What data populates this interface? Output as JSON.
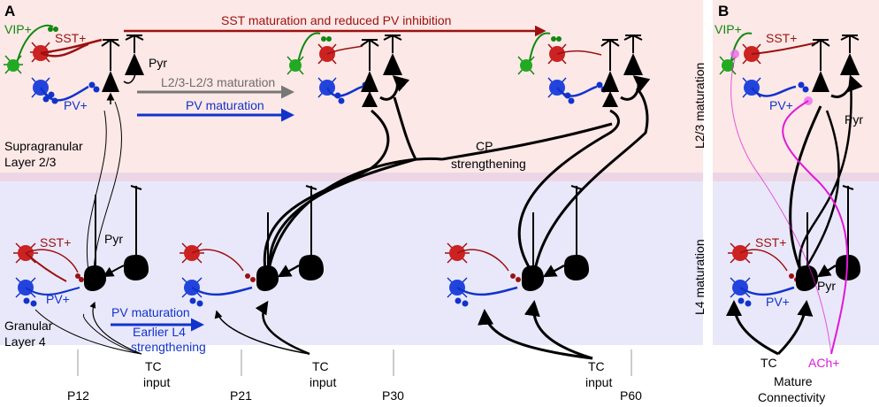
{
  "panels": {
    "a": "A",
    "b": "B"
  },
  "arrows": {
    "sst": "SST maturation and reduced PV inhibition",
    "l23": "L2/3-L2/3 maturation",
    "pv": "PV maturation",
    "cp_line1": "CP",
    "cp_line2": "strengthening",
    "pv_mat_l4": "PV maturation",
    "earlier_line1": "Earlier L4",
    "earlier_line2": "strengthening"
  },
  "layers": {
    "supra_line1": "Supragranular",
    "supra_line2": "Layer 2/3",
    "gran_line1": "Granular",
    "gran_line2": "Layer 4"
  },
  "cells": {
    "vip": "VIP+",
    "sst": "SST+",
    "pv": "PV+",
    "pyr": "Pyr"
  },
  "inputs": {
    "tc_line1": "TC",
    "tc_line2": "input",
    "tc": "TC",
    "ach": "ACh+",
    "mature_line1": "Mature",
    "mature_line2": "Connectivity"
  },
  "timeline": {
    "p12": "P12",
    "p21": "P21",
    "p30": "P30",
    "p60": "P60"
  },
  "side": {
    "l23": "L2/3 maturation",
    "l4": "L4 maturation"
  },
  "colors": {
    "supra_bg": "#fce8e6",
    "gran_bg": "#e9e8fa",
    "border": "#ecd6e6",
    "sst": "#9b1111",
    "pv": "#1133cc",
    "vip": "#118811",
    "gray_arrow": "#777777",
    "ach": "#e018d8"
  }
}
